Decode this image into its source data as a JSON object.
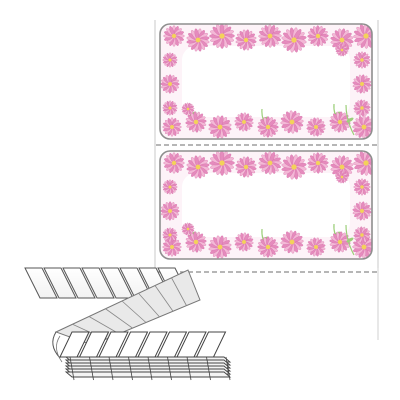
{
  "product": {
    "type": "fanfold continuous label stock",
    "labels": [
      {
        "design": "pink-daisy-border-label"
      },
      {
        "design": "pink-daisy-border-label"
      }
    ],
    "colors": {
      "petal_light": "#f3b8d6",
      "petal": "#e58bbd",
      "petal_dark": "#d26aa5",
      "flower_center": "#f3d25a",
      "stem": "#9ccf7a",
      "border": "#9a9a9a",
      "perforation": "#8a8a8a",
      "liner": "#bdbdbd"
    }
  }
}
